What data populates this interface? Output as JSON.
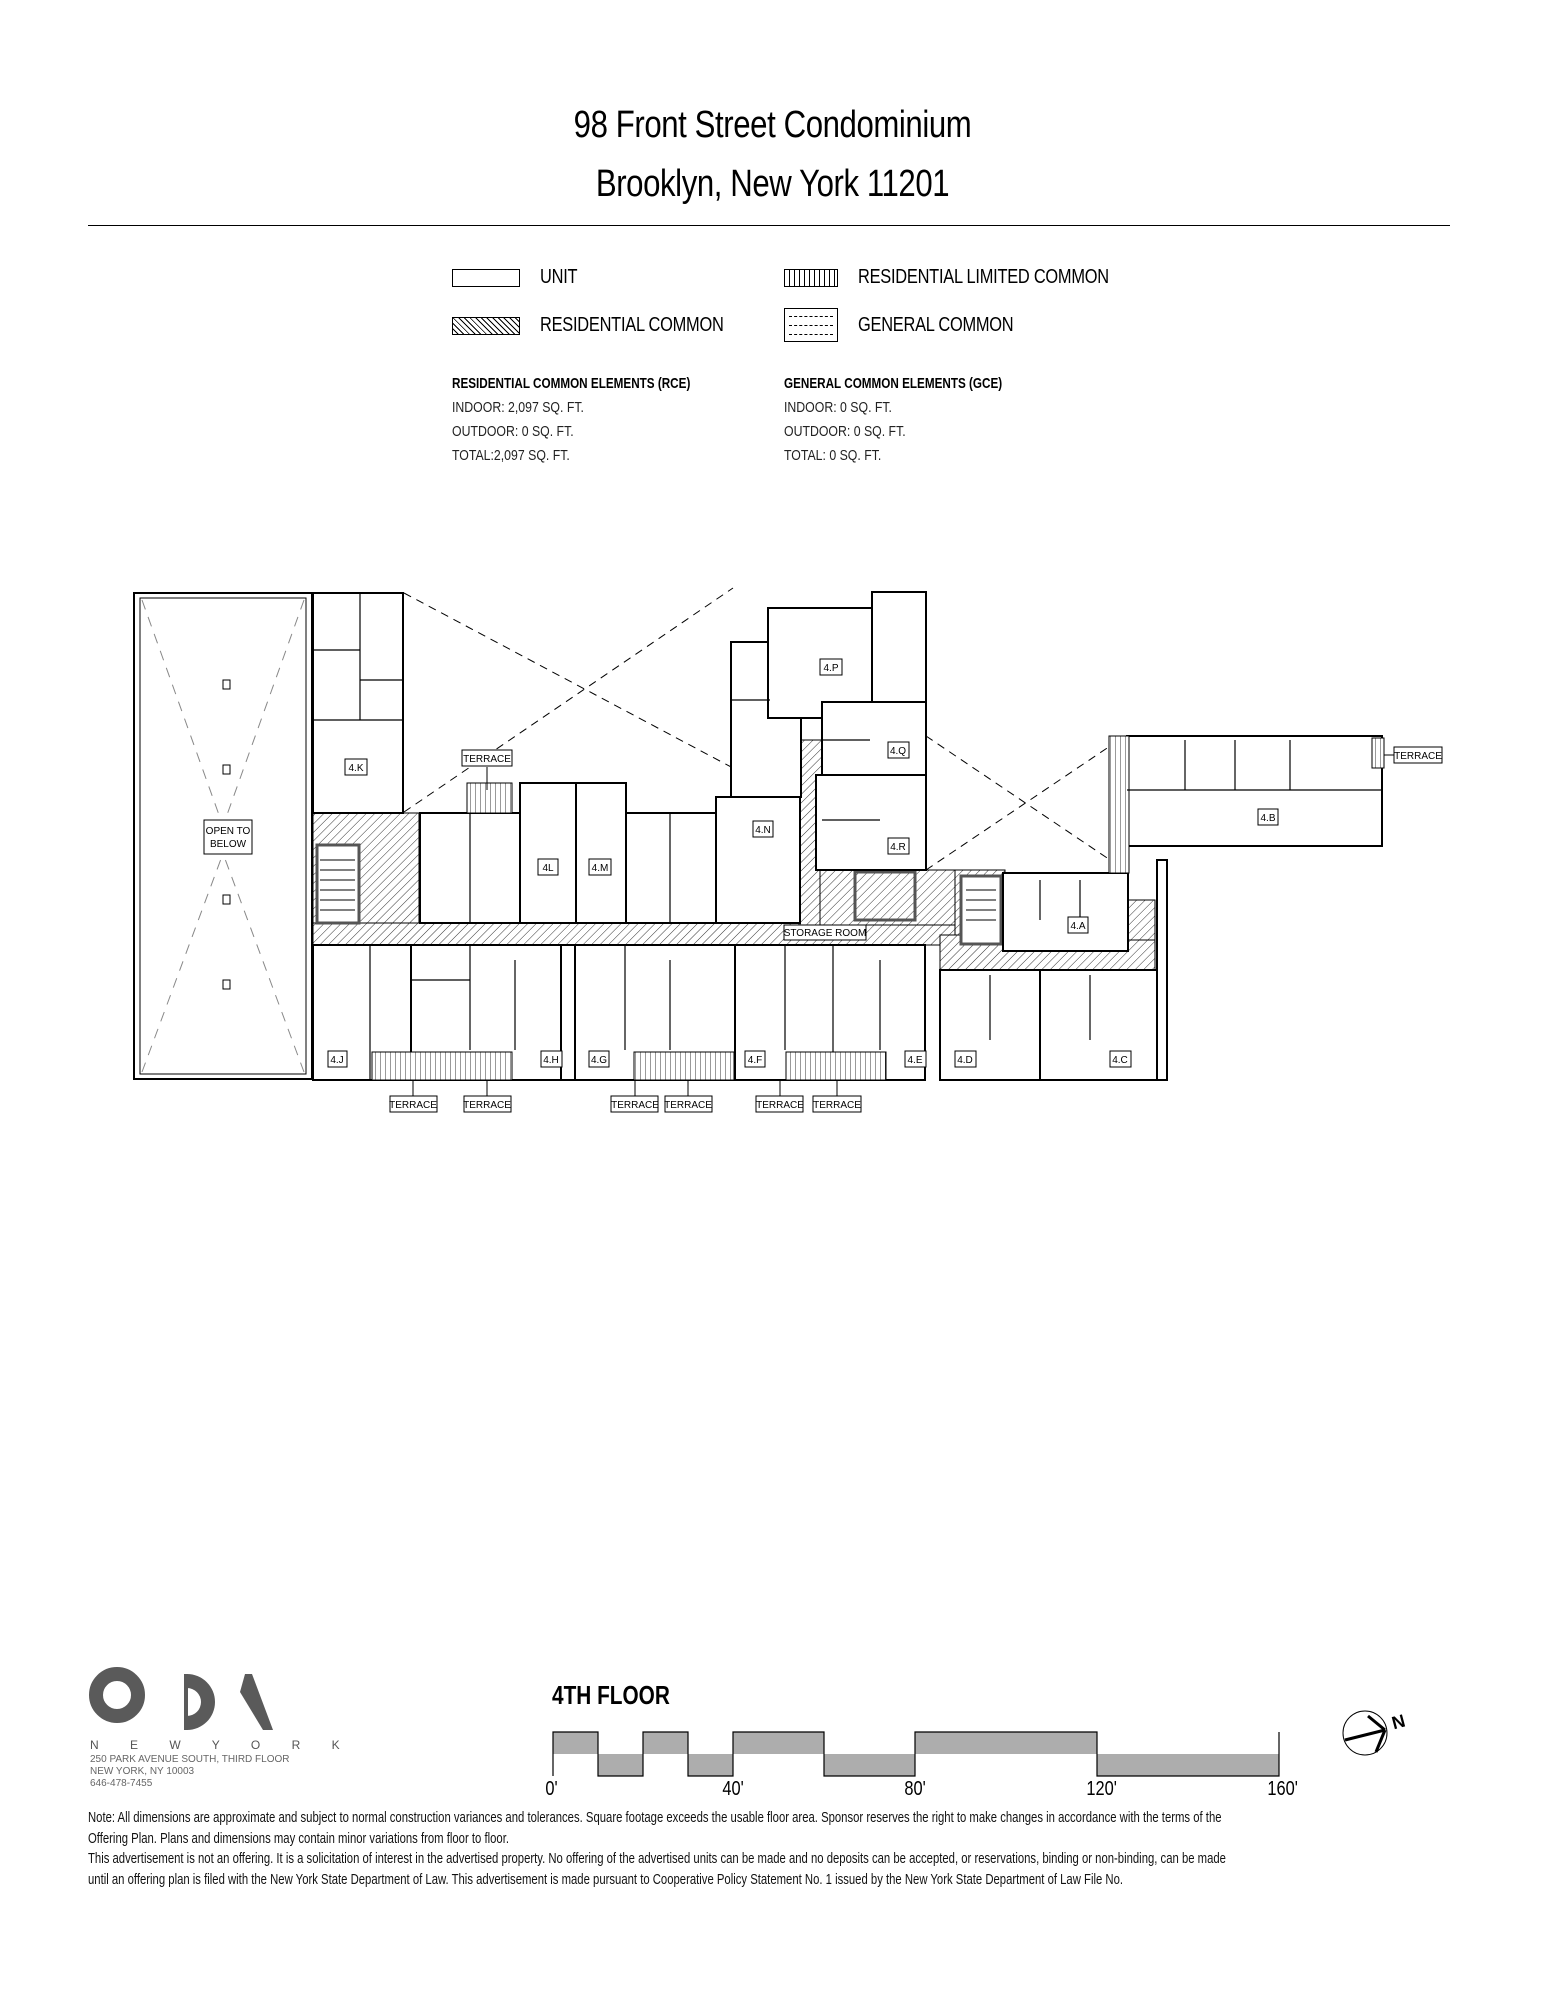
{
  "header": {
    "title_line1": "98 Front Street Condominium",
    "title_line2": "Brooklyn, New York 11201"
  },
  "legend": {
    "items": [
      {
        "key": "unit",
        "label": "UNIT"
      },
      {
        "key": "residential_common",
        "label": "RESIDENTIAL COMMON"
      },
      {
        "key": "residential_limited_common",
        "label": "RESIDENTIAL LIMITED COMMON"
      },
      {
        "key": "general_common",
        "label": "GENERAL COMMON"
      }
    ]
  },
  "rce": {
    "heading": "RESIDENTIAL COMMON ELEMENTS (RCE)",
    "indoor": "INDOOR: 2,097 SQ. FT.",
    "outdoor": "OUTDOOR: 0 SQ. FT.",
    "total": "TOTAL:2,097 SQ. FT."
  },
  "gce": {
    "heading": "GENERAL COMMON ELEMENTS (GCE)",
    "indoor": "INDOOR: 0 SQ. FT.",
    "outdoor": "OUTDOOR: 0 SQ. FT.",
    "total": "TOTAL: 0 SQ. FT."
  },
  "floor_plan": {
    "open_to_below": [
      "OPEN TO",
      "BELOW"
    ],
    "storage_room": "STORAGE ROOM",
    "terrace_label": "TERRACE",
    "units": {
      "k": "4.K",
      "l": "4L",
      "m": "4.M",
      "n": "4.N",
      "p": "4.P",
      "q": "4.Q",
      "r": "4.R",
      "a": "4.A",
      "b": "4.B",
      "c": "4.C",
      "d": "4.D",
      "e": "4.E",
      "f": "4.F",
      "g": "4.G",
      "h": "4.H",
      "j": "4.J"
    }
  },
  "footer": {
    "logo_text": "N E W  Y O R K",
    "address_line1": "250 PARK AVENUE SOUTH, THIRD FLOOR",
    "address_line2": "NEW YORK, NY  10003",
    "phone": "646-478-7455",
    "floor_label": "4TH FLOOR",
    "scale_ticks": [
      "0'",
      "40'",
      "80'",
      "120'",
      "160'"
    ],
    "north_label": "N",
    "note1_line1": "Note: All dimensions are approximate and subject to normal construction variances and tolerances. Square footage exceeds the usable floor area. Sponsor reserves the right to make changes in accordance with the terms of the",
    "note1_line2": "Offering Plan. Plans and dimensions may contain minor variations from floor to floor.",
    "note2_line1": "This advertisement is not an offering. It is a solicitation of interest in the advertised property. No offering of the advertised units can be made and no deposits can be accepted, or reservations, binding or non-binding, can be made",
    "note2_line2": "until an offering plan is filed with the New York State Department of Law. This advertisement is made pursuant to Cooperative Policy Statement No. 1 issued by the New York State Department of Law File No."
  }
}
